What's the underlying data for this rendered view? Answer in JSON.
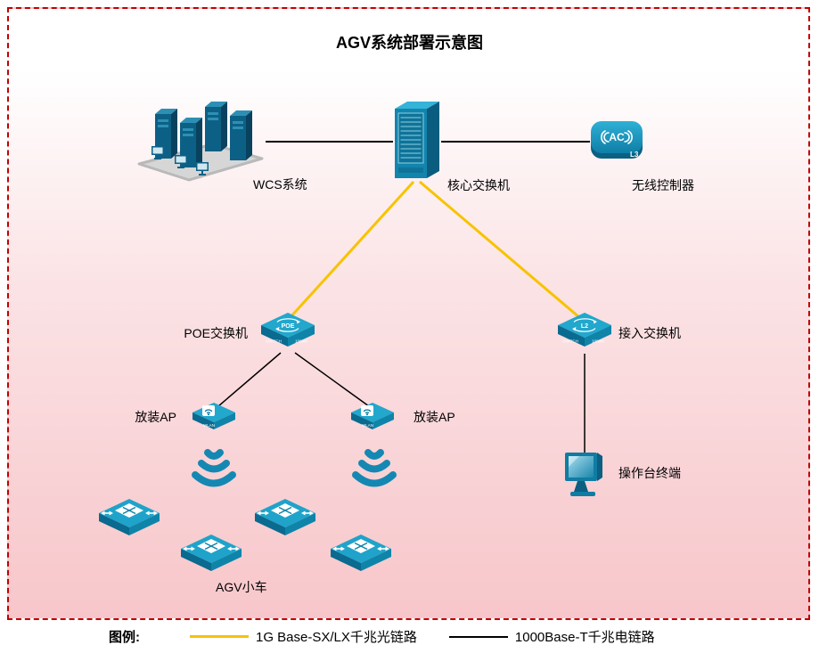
{
  "title": "AGV系统部署示意图",
  "nodes": {
    "wcs": {
      "label": "WCS系统"
    },
    "core_switch": {
      "label": "核心交换机"
    },
    "wireless_controller": {
      "label": "无线控制器",
      "badge": "AC",
      "tag": "L3"
    },
    "poe_switch": {
      "label": "POE交换机",
      "badge": "POE",
      "side_left": "SWITCH",
      "side_right": "1000M"
    },
    "access_switch": {
      "label": "接入交换机",
      "badge": "L2",
      "side_left": "SWITCH",
      "side_right": "1000M"
    },
    "ap_left": {
      "label": "放装AP",
      "badge": "WLAN"
    },
    "ap_right": {
      "label": "放装AP",
      "badge": "WLAN"
    },
    "agv": {
      "label": "AGV小车"
    },
    "terminal": {
      "label": "操作台终端"
    }
  },
  "legend": {
    "title": "图例:",
    "items": [
      {
        "label": "1G Base-SX/LX千兆光链路",
        "color": "#F7C300",
        "style": "fiber"
      },
      {
        "label": "1000Base-T千兆电链路",
        "color": "#000000",
        "style": "copper"
      }
    ]
  },
  "colors": {
    "device_teal": "#1592BC",
    "device_teal_dark": "#0B6E93",
    "fiber_link": "#F7C300",
    "copper_link": "#000000",
    "border_red": "#C00000",
    "background_pink": "#F8C9CD"
  }
}
